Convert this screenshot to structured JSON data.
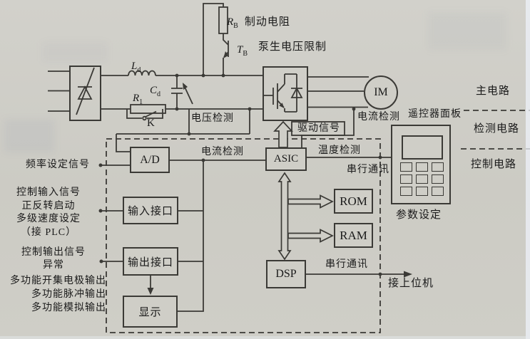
{
  "page": {
    "bg": "#cfcec7",
    "ink": "#3b3a36"
  },
  "components": {
    "rb": {
      "base": "R",
      "sub": "B",
      "name": "制动电阻"
    },
    "tb": {
      "base": "T",
      "sub": "B"
    },
    "ld": {
      "base": "L",
      "sub": "d"
    },
    "cd": {
      "base": "C",
      "sub": "d"
    },
    "r1": {
      "base": "R",
      "sub": "1"
    },
    "k": "K",
    "motor": "IM"
  },
  "annotations": {
    "pump_voltage_limit": "泵生电压限制",
    "voltage_detect": "电压检测",
    "drive_signal": "驱动信号",
    "current_detect_motor": "电流检测",
    "current_detect_inner": "电流检测",
    "temp_detect": "温度检测",
    "serial_comm_top": "串行通讯",
    "serial_comm_bottom": "串行通讯",
    "to_host": "接上位机",
    "param_setting": "参数设定",
    "remote_panel": "遥控器面板",
    "main_circuit": "主电路",
    "detect_circuit": "检测电路",
    "control_circuit": "控制电路"
  },
  "blocks": {
    "ad": "A/D",
    "asic": "ASIC",
    "input_if": "输入接口",
    "output_if": "输出接口",
    "display": "显示",
    "rom": "ROM",
    "ram": "RAM",
    "dsp": "DSP"
  },
  "io_labels": {
    "freq_setting": "频率设定信号",
    "ctrl_input": [
      "控制输入信号",
      "正反转启动",
      "多级速度设定",
      "（接 PLC）"
    ],
    "ctrl_output": [
      "控制输出信号",
      "异常"
    ],
    "multi_output": [
      "多功能开集电极输出",
      "多功能脉冲输出",
      "多功能模拟输出"
    ]
  }
}
